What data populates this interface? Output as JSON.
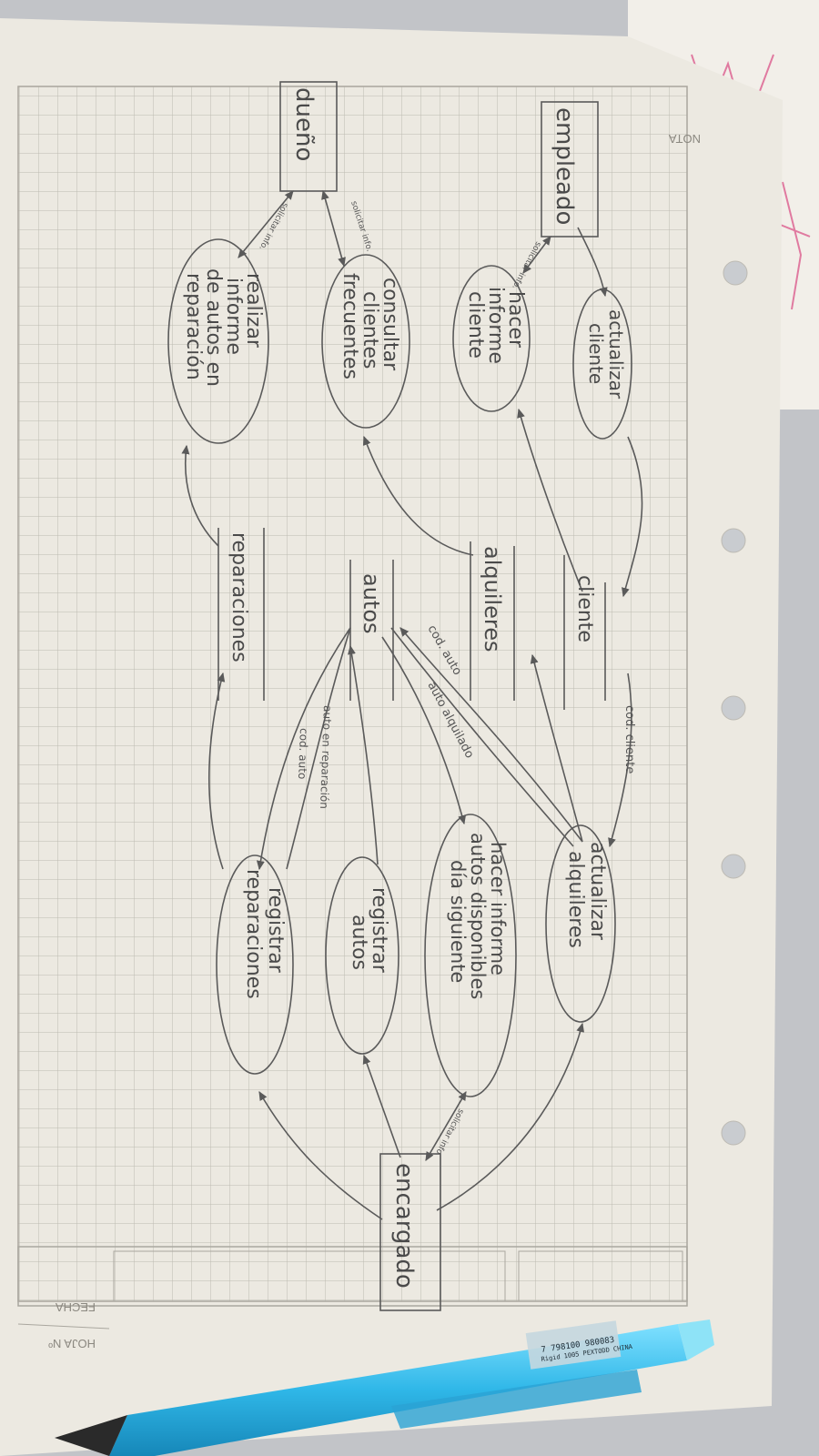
{
  "sheet": {
    "header_nota": "NOTA",
    "footer_hoja": "HOJA Nº",
    "footer_fecha": "FECHA"
  },
  "diagram": {
    "external_entities": {
      "empleado": "empleado",
      "dueno": "dueño",
      "encargado": "encargado"
    },
    "processes": {
      "actualizar_cliente": [
        "actualizar",
        "cliente"
      ],
      "hacer_informe_cliente": [
        "hacer",
        "informe",
        "cliente"
      ],
      "consultar_clientes": [
        "consultar",
        "clientes",
        "frecuentes"
      ],
      "realizar_informe": [
        "realizar",
        "informe",
        "de autos en",
        "reparación"
      ],
      "actualizar_alquileres": [
        "actualizar",
        "alquileres"
      ],
      "hacer_informe_autos": [
        "hacer informe",
        "autos disponibles",
        "día siguiente"
      ],
      "registrar_autos": [
        "registrar",
        "autos"
      ],
      "registrar_reparaciones": [
        "registrar",
        "reparaciones"
      ]
    },
    "data_stores": {
      "cliente": "cliente",
      "alquileres": "alquileres",
      "autos": "autos",
      "reparaciones": "reparaciones"
    },
    "flow_labels": {
      "cod_cliente": "cod. cliente",
      "cod_auto": "cod. auto",
      "auto_alquilado": "auto alquilado",
      "auto_en_reparacion": "auto en reparación",
      "cod_auto_2": "cod. auto",
      "solicitar_info_empleado": "solicitar info.",
      "solicitar_info_dueno_1": "solicitar info.",
      "solicitar_info_dueno_2": "solicitar info.",
      "solicitar_info_encargado": "solicitar info."
    }
  },
  "pen": {
    "line1": "7 798100 980083",
    "line2": "Rigid 1005 PEXTODD CHINA"
  }
}
